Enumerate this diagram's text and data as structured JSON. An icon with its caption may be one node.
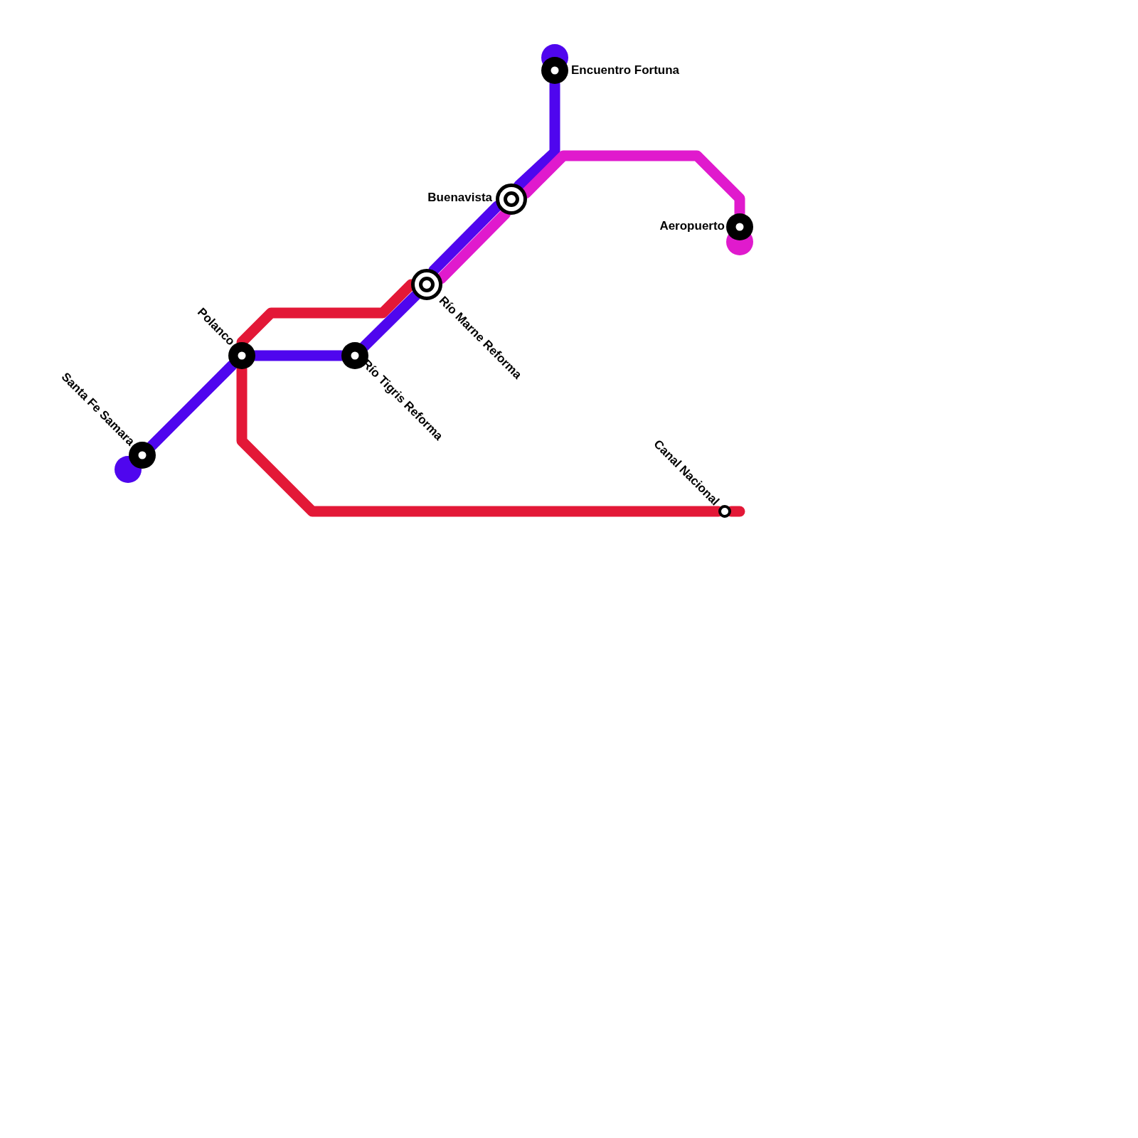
{
  "diagram": {
    "nodes": [
      {
        "text": [
          "Encuentro Fortuna"
        ]
      },
      {
        "text": [
          "Buenavista"
        ]
      },
      {
        "text": [
          "Aeropuerto"
        ]
      },
      {
        "text": [
          "Río Marne Reforma"
        ]
      },
      {
        "text": [
          "Polanco"
        ]
      },
      {
        "text": [
          "Río Tigris Reforma"
        ]
      },
      {
        "text": [
          "Santa Fe Samara"
        ]
      },
      {
        "text": [
          "Canal Nacional"
        ]
      }
    ],
    "edges": [
      {
        "from": 3,
        "to": 4,
        "arrow": "none",
        "color": "#e31837"
      },
      {
        "from": 4,
        "to": 7,
        "arrow": "none",
        "color": "#e31837"
      },
      {
        "from": 6,
        "to": 4,
        "arrow": "none",
        "color": "#4f06ee"
      },
      {
        "from": 4,
        "to": 5,
        "arrow": "none",
        "color": "#4f06ee"
      },
      {
        "from": 5,
        "to": 3,
        "arrow": "none",
        "color": "#4f06ee"
      },
      {
        "from": 3,
        "to": 1,
        "arrow": "none",
        "color": "#4f06ee"
      },
      {
        "from": 1,
        "to": 0,
        "arrow": "none",
        "color": "#4f06ee"
      },
      {
        "from": 3,
        "to": 1,
        "arrow": "none",
        "color": "#e01acd"
      },
      {
        "from": 1,
        "to": 2,
        "arrow": "none",
        "color": "#e01acd"
      }
    ]
  }
}
